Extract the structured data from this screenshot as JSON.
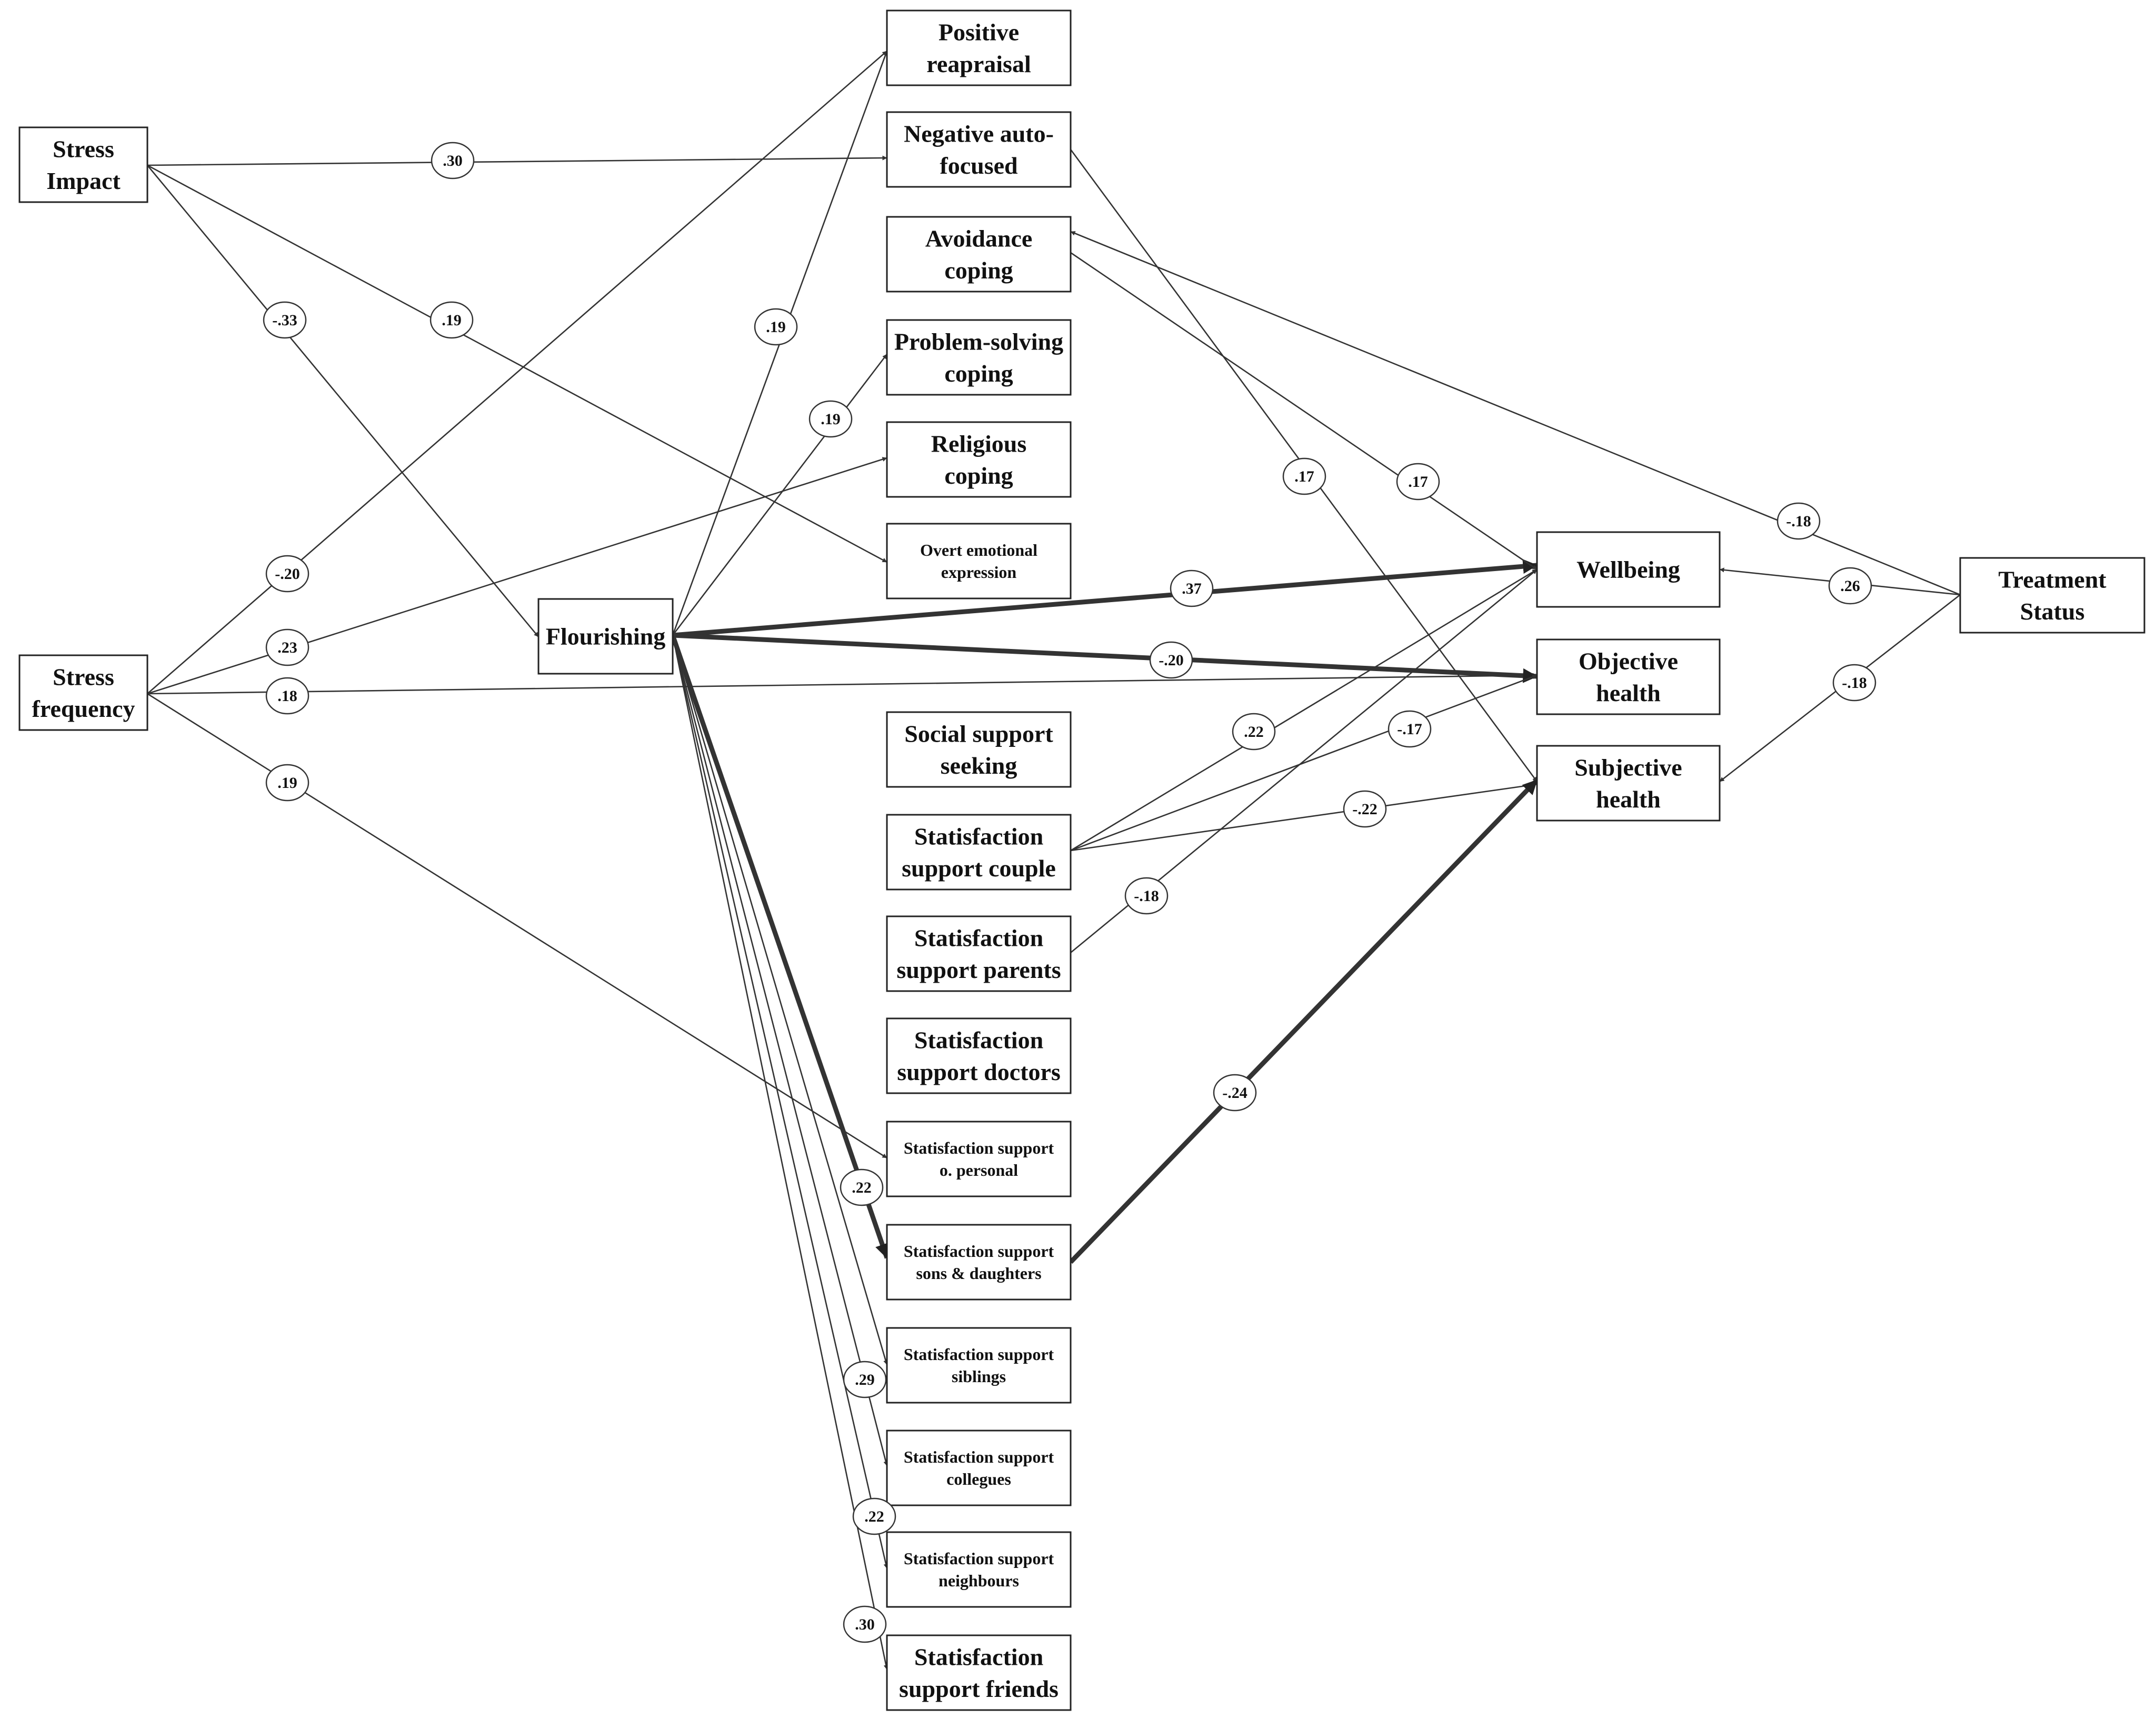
{
  "colors": {
    "line": "#333333",
    "box_border": "#222222",
    "background": "#ffffff",
    "text": "#111111"
  },
  "nodes": [
    {
      "id": "stress_impact",
      "lines": [
        "Stress",
        "Impact"
      ]
    },
    {
      "id": "stress_frequency",
      "lines": [
        "Stress",
        "frequency"
      ]
    },
    {
      "id": "flourishing",
      "lines": [
        "Flourishing"
      ]
    },
    {
      "id": "positive_reappraisal",
      "lines": [
        "Positive",
        "reapraisal"
      ]
    },
    {
      "id": "negative_auto_focused",
      "lines": [
        "Negative auto-",
        "focused"
      ]
    },
    {
      "id": "avoidance_coping",
      "lines": [
        "Avoidance",
        "coping"
      ]
    },
    {
      "id": "problem_solving_coping",
      "lines": [
        "Problem-solving",
        "coping"
      ]
    },
    {
      "id": "religious_coping",
      "lines": [
        "Religious",
        "coping"
      ]
    },
    {
      "id": "overt_emotional_expression",
      "lines": [
        "Overt emotional",
        "expression"
      ]
    },
    {
      "id": "social_support_seeking",
      "lines": [
        "Social support",
        "seeking"
      ]
    },
    {
      "id": "satisfaction_support_couple",
      "lines": [
        "Statisfaction",
        "support couple"
      ]
    },
    {
      "id": "satisfaction_support_parents",
      "lines": [
        "Statisfaction",
        "support parents"
      ]
    },
    {
      "id": "satisfaction_support_doctors",
      "lines": [
        "Statisfaction",
        "support doctors"
      ]
    },
    {
      "id": "satisfaction_support_o_personal",
      "lines": [
        "Statisfaction support",
        "o. personal"
      ]
    },
    {
      "id": "satisfaction_support_sons_daughters",
      "lines": [
        "Statisfaction support",
        "sons & daughters"
      ]
    },
    {
      "id": "satisfaction_support_siblings",
      "lines": [
        "Statisfaction support",
        "siblings"
      ]
    },
    {
      "id": "satisfaction_support_collegues",
      "lines": [
        "Statisfaction support",
        "collegues"
      ]
    },
    {
      "id": "satisfaction_support_neighbours",
      "lines": [
        "Statisfaction support",
        "neighbours"
      ]
    },
    {
      "id": "satisfaction_support_friends",
      "lines": [
        "Statisfaction",
        "support friends"
      ]
    },
    {
      "id": "wellbeing",
      "lines": [
        "Wellbeing"
      ]
    },
    {
      "id": "objective_health",
      "lines": [
        "Objective",
        "health"
      ]
    },
    {
      "id": "subjective_health",
      "lines": [
        "Subjective",
        "health"
      ]
    },
    {
      "id": "treatment_status",
      "lines": [
        "Treatment",
        "Status"
      ]
    }
  ],
  "edges": [
    {
      "from": "stress_impact",
      "to": "negative_auto_focused",
      "label": ".30",
      "bold": false
    },
    {
      "from": "stress_impact",
      "to": "flourishing",
      "label": "-.33",
      "bold": false
    },
    {
      "from": "stress_impact",
      "to": "overt_emotional_expression",
      "label": ".19",
      "bold": false
    },
    {
      "from": "stress_frequency",
      "to": "positive_reappraisal",
      "label": "-.20",
      "bold": false
    },
    {
      "from": "stress_frequency",
      "to": "religious_coping",
      "label": ".23",
      "bold": false
    },
    {
      "from": "stress_frequency",
      "to": "objective_health",
      "label": ".18",
      "bold": false
    },
    {
      "from": "stress_frequency",
      "to": "satisfaction_support_o_personal",
      "label": ".19",
      "bold": false
    },
    {
      "from": "flourishing",
      "to": "positive_reappraisal",
      "label": ".19",
      "bold": false
    },
    {
      "from": "flourishing",
      "to": "problem_solving_coping",
      "label": ".19",
      "bold": false
    },
    {
      "from": "flourishing",
      "to": "wellbeing",
      "label": ".37",
      "bold": true
    },
    {
      "from": "flourishing",
      "to": "objective_health",
      "label": "-.20",
      "bold": true
    },
    {
      "from": "flourishing",
      "to": "satisfaction_support_sons_daughters",
      "label": ".22",
      "bold": true
    },
    {
      "from": "flourishing",
      "to": "satisfaction_support_siblings",
      "label": ".29",
      "bold": false
    },
    {
      "from": "flourishing",
      "to": "satisfaction_support_collegues",
      "label": "",
      "bold": false
    },
    {
      "from": "flourishing",
      "to": "satisfaction_support_neighbours",
      "label": ".22",
      "bold": false
    },
    {
      "from": "flourishing",
      "to": "satisfaction_support_friends",
      "label": ".30",
      "bold": false
    },
    {
      "from": "negative_auto_focused",
      "to": "subjective_health",
      "label": ".17",
      "bold": false
    },
    {
      "from": "avoidance_coping",
      "to": "wellbeing",
      "label": ".17",
      "bold": false
    },
    {
      "from": "satisfaction_support_couple",
      "to": "wellbeing",
      "label": ".22",
      "bold": false
    },
    {
      "from": "satisfaction_support_couple",
      "to": "objective_health",
      "label": "-.17",
      "bold": false
    },
    {
      "from": "satisfaction_support_couple",
      "to": "subjective_health",
      "label": "-.22",
      "bold": false
    },
    {
      "from": "satisfaction_support_parents",
      "to": "wellbeing",
      "label": "-.18",
      "bold": false
    },
    {
      "from": "satisfaction_support_sons_daughters",
      "to": "subjective_health",
      "label": "-.24",
      "bold": true
    },
    {
      "from": "treatment_status",
      "to": "avoidance_coping",
      "label": "-.18",
      "bold": false
    },
    {
      "from": "treatment_status",
      "to": "wellbeing",
      "label": ".26",
      "bold": false
    },
    {
      "from": "treatment_status",
      "to": "subjective_health",
      "label": "-.18",
      "bold": false
    }
  ]
}
